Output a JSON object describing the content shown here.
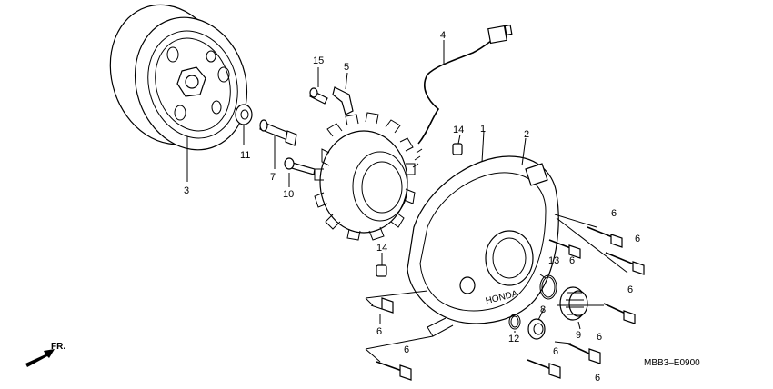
{
  "diagram": {
    "code": "MBB3–E0900",
    "direction": "FR.",
    "callouts": [
      {
        "id": "c1",
        "text": "1"
      },
      {
        "id": "c2",
        "text": "2"
      },
      {
        "id": "c3",
        "text": "3"
      },
      {
        "id": "c4",
        "text": "4"
      },
      {
        "id": "c5",
        "text": "5"
      },
      {
        "id": "c6a",
        "text": "6"
      },
      {
        "id": "c6b",
        "text": "6"
      },
      {
        "id": "c6c",
        "text": "6"
      },
      {
        "id": "c6d",
        "text": "6"
      },
      {
        "id": "c6e",
        "text": "6"
      },
      {
        "id": "c6f",
        "text": "6"
      },
      {
        "id": "c6g",
        "text": "6"
      },
      {
        "id": "c6h",
        "text": "6"
      },
      {
        "id": "c6i",
        "text": "6"
      },
      {
        "id": "c7",
        "text": "7"
      },
      {
        "id": "c8",
        "text": "8"
      },
      {
        "id": "c9",
        "text": "9"
      },
      {
        "id": "c10",
        "text": "10"
      },
      {
        "id": "c11",
        "text": "11"
      },
      {
        "id": "c12",
        "text": "12"
      },
      {
        "id": "c13",
        "text": "13"
      },
      {
        "id": "c14a",
        "text": "14"
      },
      {
        "id": "c14b",
        "text": "14"
      },
      {
        "id": "c15",
        "text": "15"
      }
    ]
  }
}
